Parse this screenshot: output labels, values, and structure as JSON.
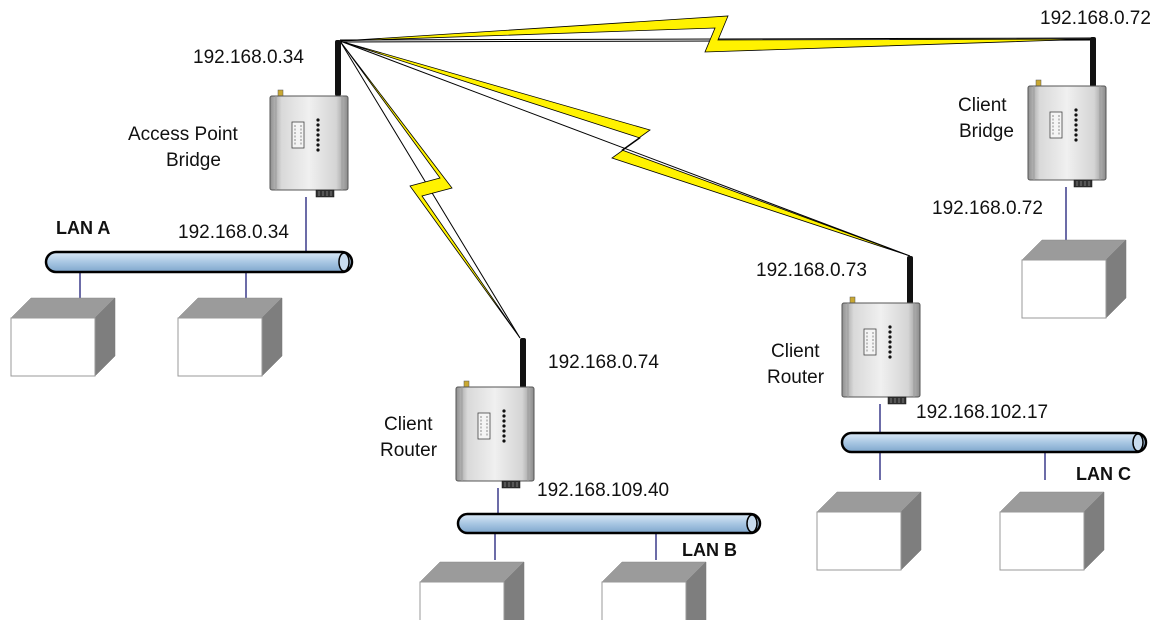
{
  "devices": {
    "access_point": {
      "label_line1": "Access Point",
      "label_line2": "Bridge",
      "wireless_ip": "192.168.0.34",
      "lan_ip": "192.168.0.34"
    },
    "client_bridge": {
      "label_line1": "Client",
      "label_line2": "Bridge",
      "wireless_ip": "192.168.0.72",
      "lan_ip": "192.168.0.72"
    },
    "client_router_b": {
      "label_line1": "Client",
      "label_line2": "Router",
      "wireless_ip": "192.168.0.74",
      "lan_ip": "192.168.109.40"
    },
    "client_router_c": {
      "label_line1": "Client",
      "label_line2": "Router",
      "wireless_ip": "192.168.0.73",
      "lan_ip": "192.168.102.17"
    }
  },
  "lans": {
    "a": {
      "label": "LAN A"
    },
    "b": {
      "label": "LAN B"
    },
    "c": {
      "label": "LAN C"
    }
  },
  "colors": {
    "lightning": "#fff200",
    "lan_bus": "#aac8e4",
    "computer_top": "#9a9a9a",
    "computer_side": "#7d7d7d",
    "device_body": "#c8c8c8"
  }
}
